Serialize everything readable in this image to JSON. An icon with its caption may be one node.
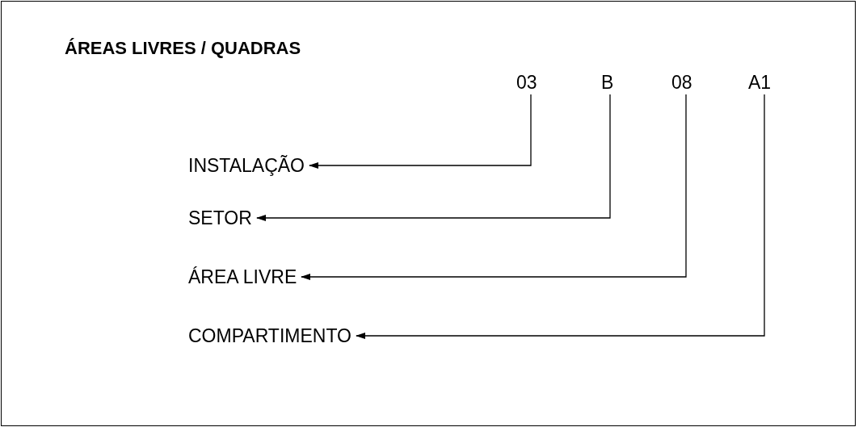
{
  "diagram": {
    "title": "ÁREAS LIVRES / QUADRAS",
    "nodes": [
      {
        "text": [
          "03"
        ]
      },
      {
        "text": [
          "B"
        ]
      },
      {
        "text": [
          "08"
        ]
      },
      {
        "text": [
          "A1"
        ]
      },
      {
        "text": [
          "INSTALAÇÃO"
        ]
      },
      {
        "text": [
          "SETOR"
        ]
      },
      {
        "text": [
          "ÁREA LIVRE"
        ]
      },
      {
        "text": [
          "COMPARTIMENTO"
        ]
      }
    ],
    "edges": [
      {
        "from": 0,
        "to": 4,
        "arrow": "to"
      },
      {
        "from": 1,
        "to": 5,
        "arrow": "to"
      },
      {
        "from": 2,
        "to": 6,
        "arrow": "to"
      },
      {
        "from": 3,
        "to": 7,
        "arrow": "to"
      }
    ]
  }
}
